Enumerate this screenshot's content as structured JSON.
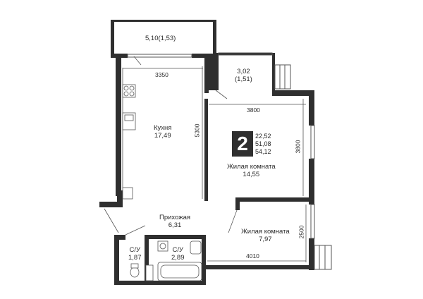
{
  "plan": {
    "room_count": "2",
    "areas": [
      "22,52",
      "51,08",
      "54,12"
    ],
    "rooms": {
      "balcony_top": {
        "area": "5,10(1,53)"
      },
      "loggia": {
        "area": "3,02",
        "area_sub": "(1,51)"
      },
      "kitchen": {
        "name": "Кухня",
        "area": "17,49"
      },
      "living_large": {
        "name": "Жилая комната",
        "area": "14,55"
      },
      "hallway": {
        "name": "Прихожая",
        "area": "6,31"
      },
      "living_small": {
        "name": "Жилая комната",
        "area": "7,97"
      },
      "bath_small": {
        "name": "С/У",
        "area": "1,87"
      },
      "bath_large": {
        "name": "С/У",
        "area": "2,89"
      }
    },
    "dimensions": {
      "kitchen_width": "3350",
      "living_width": "3800",
      "kitchen_height": "5300",
      "living_height": "3800",
      "small_room_height": "2500",
      "small_room_width": "4010"
    },
    "colors": {
      "wall": "#2f2f2f",
      "line": "#555555"
    }
  }
}
